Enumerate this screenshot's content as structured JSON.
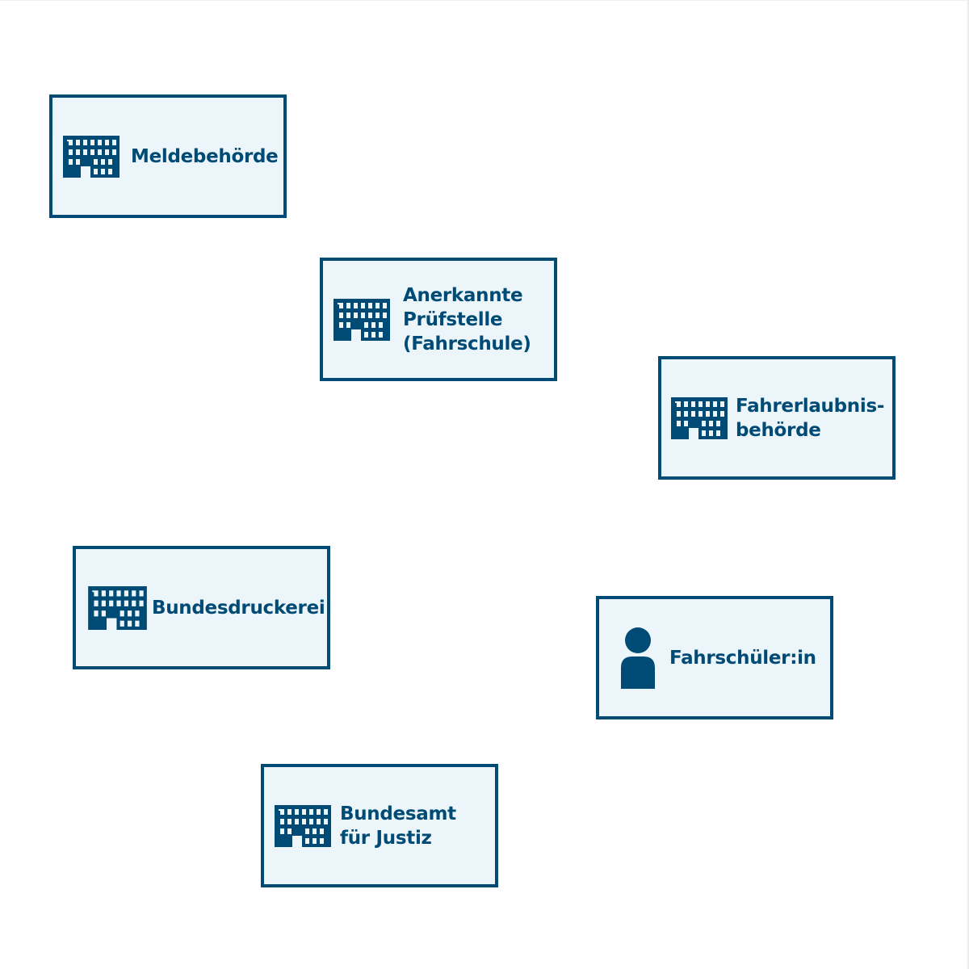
{
  "diagram": {
    "colors": {
      "border": "#004b76",
      "fill": "#ecf5f9",
      "text": "#004b76",
      "background": "#ffffff"
    },
    "nodes": [
      {
        "id": "meldebehoerde",
        "label": "Meldebehörde",
        "icon": "building-icon"
      },
      {
        "id": "pruefstelle",
        "label": "Anerkannte\nPrüfstelle\n(Fahrschule)",
        "icon": "building-icon"
      },
      {
        "id": "fahrerlaubnisbehoerde",
        "label": "Fahrerlaubnis-\nbehörde",
        "icon": "building-icon"
      },
      {
        "id": "bundesdruckerei",
        "label": "Bundesdruckerei",
        "icon": "building-icon"
      },
      {
        "id": "fahrschueler",
        "label": "Fahrschüler:in",
        "icon": "person-icon"
      },
      {
        "id": "bundesamt-justiz",
        "label": "Bundesamt\nfür Justiz",
        "icon": "building-icon"
      }
    ]
  }
}
